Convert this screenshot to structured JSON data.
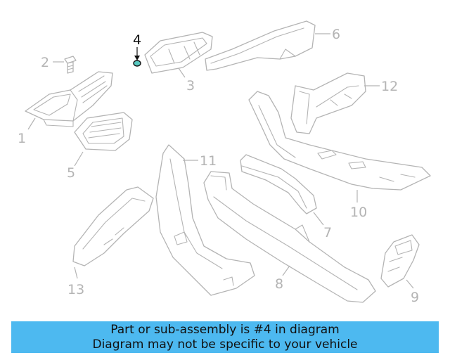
{
  "callouts": {
    "c1": "1",
    "c2": "2",
    "c3": "3",
    "c4": "4",
    "c5": "5",
    "c6": "6",
    "c7": "7",
    "c8": "8",
    "c9": "9",
    "c10": "10",
    "c11": "11",
    "c12": "12",
    "c13": "13"
  },
  "highlighted_part": "4",
  "colors": {
    "part_line": "#b4b4b4",
    "highlight": "#111111",
    "highlight_fill": "#58c8c0",
    "banner_bg": "#4db9f0"
  },
  "banner": {
    "line1": "Part or sub-assembly is #4 in diagram",
    "line2": "Diagram may not be specific to your vehicle"
  }
}
